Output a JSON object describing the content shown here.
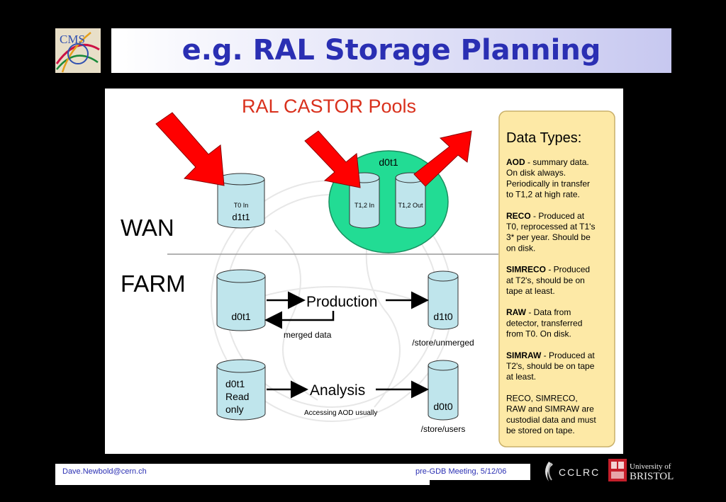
{
  "slide": {
    "title": "e.g. RAL Storage Planning",
    "footer_left": "Dave.Newbold@cern.ch",
    "footer_right": "pre-GDB Meeting, 5/12/06",
    "cms_logo_text": "CMS",
    "cclrc_logo_text": "CCLRC",
    "bristol_logo_line1": "University of",
    "bristol_logo_line2": "BRISTOL"
  },
  "diagram": {
    "heading": "RAL CASTOR Pools",
    "zone_wan": "WAN",
    "zone_farm": "FARM",
    "pool_group_label": "d0t1",
    "cylinders": {
      "t0in_top": "T0 In",
      "t0in_bottom": "d1t1",
      "t12in": "T1,2 In",
      "t12out": "T1,2 Out",
      "farm_d0t1": "d0t1",
      "d1t0": "d1t0",
      "read_line1": "d0t1",
      "read_line2": "Read",
      "read_line3": "only",
      "d0t0": "d0t0"
    },
    "production": "Production",
    "merged_data": "merged data",
    "store_unmerged": "/store/unmerged",
    "analysis": "Analysis",
    "accessing_aod": "Accessing AOD usually",
    "store_users": "/store/users"
  },
  "data_types": {
    "heading": "Data Types:",
    "items": [
      {
        "name": "AOD",
        "lines": [
          "AOD - summary data.",
          "On disk always.",
          "Periodically in transfer",
          "to T1,2 at high rate."
        ]
      },
      {
        "name": "RECO",
        "lines": [
          "RECO - Produced at",
          "T0, reprocessed at T1's",
          "3* per year. Should be",
          "on disk."
        ]
      },
      {
        "name": "SIMRECO",
        "lines": [
          "SIMRECO - Produced",
          "at T2's, should be on",
          "tape at least."
        ]
      },
      {
        "name": "RAW",
        "lines": [
          "RAW - Data from",
          "detector, transferred",
          "from T0. On disk."
        ]
      },
      {
        "name": "SIMRAW",
        "lines": [
          "SIMRAW - Produced at",
          "T2's, should be on tape",
          "at least."
        ]
      }
    ],
    "note_lines": [
      "RECO, SIMRECO,",
      "RAW and SIMRAW are",
      "custodial data and must",
      "be stored on tape."
    ]
  },
  "colors": {
    "title_text": "#2a2fb3",
    "cylinder_fill": "#bfe5ec",
    "pool_fill": "#22dc94",
    "arrow_red": "#ff0000",
    "heading_red": "#d9301c",
    "note_fill": "#fde9a6"
  }
}
